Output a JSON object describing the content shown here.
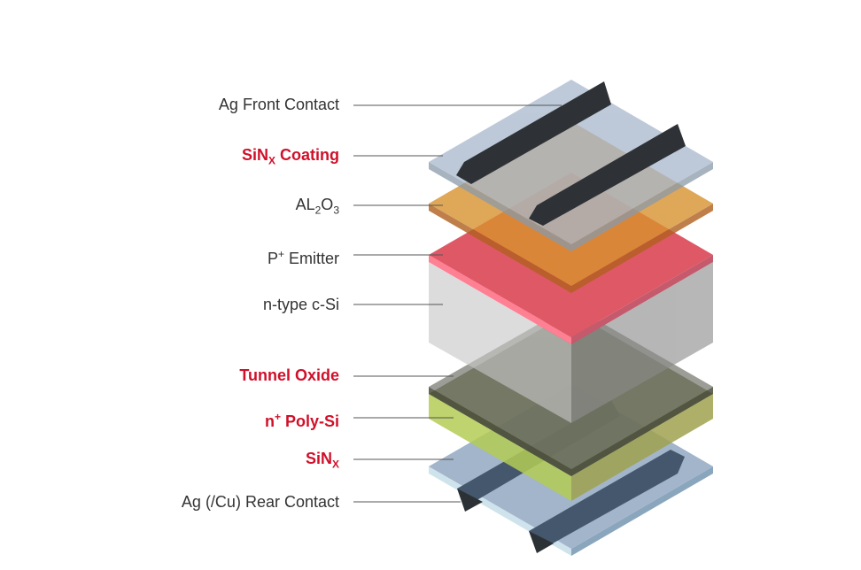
{
  "colors": {
    "accent_red": "#d0102a",
    "label_gray": "#333333"
  },
  "labels": [
    {
      "id": "ag-front-contact",
      "main": "Ag Front Contact",
      "emph": false
    },
    {
      "id": "sinx-coating",
      "main": "SiN",
      "sub": "X",
      "tail": " Coating",
      "emph": true
    },
    {
      "id": "al2o3",
      "main": "AL",
      "sub": "2",
      "mid": "O",
      "sub2": "3",
      "emph": false
    },
    {
      "id": "p-emitter",
      "main": "P",
      "sup": "+",
      "tail": " Emitter",
      "emph": false
    },
    {
      "id": "n-type-csi",
      "main": "n-type c-Si",
      "emph": false
    },
    {
      "id": "tunnel-oxide",
      "main": "Tunnel Oxide",
      "emph": true
    },
    {
      "id": "n-poly-si",
      "main": "n",
      "sup": "+",
      "tail": " Poly-Si",
      "emph": true
    },
    {
      "id": "sinx-rear",
      "main": "SiN",
      "sub": "X",
      "emph": true
    },
    {
      "id": "ag-rear-contact",
      "main": "Ag (/Cu) Rear Contact",
      "emph": false
    }
  ]
}
